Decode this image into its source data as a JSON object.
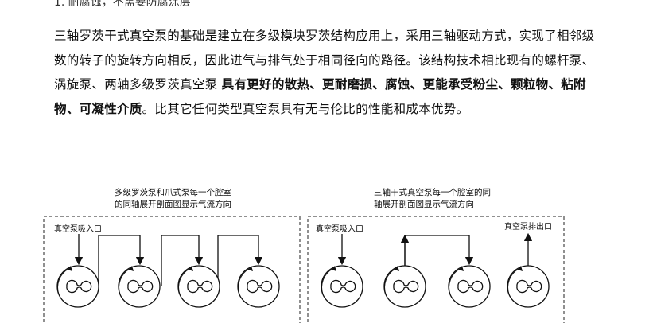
{
  "document": {
    "heading": "1.  耐腐蚀，不需要防腐涂层",
    "paragraph": {
      "text_before": "三轴罗茨干式真空泵的基础是建立在多级模块罗茨结构应用上，采用三轴驱动方式，实现了相邻级数的转子的旋转方向相反，因此进气与排气处于相同径向的路径。该结构技术相比现有的螺杆泵、涡旋泵、两轴多级罗茨真空泵 ",
      "text_bold": "具有更好的散热、更耐磨损、腐蚀、更能承受粉尘、颗粒物、粘附物、可凝性介质",
      "text_after": "。比其它任何类型真空泵具有无与伦比的性能和成本优势。"
    }
  },
  "figure": {
    "left_caption": [
      "多级罗茨泵和爪式泵每一个腔室",
      "的同轴展开剖面图显示气流方向"
    ],
    "right_caption": [
      "三轴干式真空泵每一个腔室的同",
      "轴展开剖面图显示气流方向"
    ],
    "left_inlet_label": "真空泵吸入口",
    "right_inlet_label": "真空泵吸入口",
    "right_outlet_label": "真空泵排出口"
  }
}
